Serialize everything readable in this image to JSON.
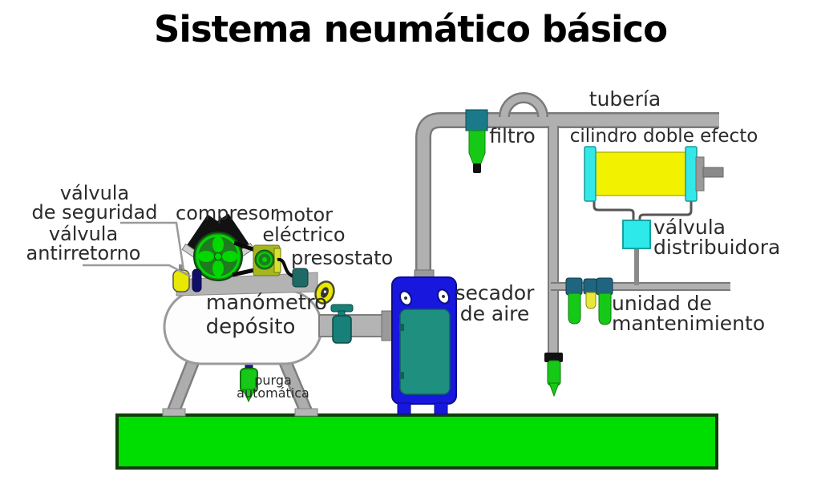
{
  "title": "Sistema neumático básico",
  "labels": {
    "tuberia": "tubería",
    "filtro": "filtro",
    "cilindro_doble_efecto": "cilindro doble efecto",
    "valvula_seguridad_l1": "válvula",
    "valvula_seguridad_l2": "de seguridad",
    "valvula_antirretorno_l1": "válvula",
    "valvula_antirretorno_l2": "antirretorno",
    "compresor": "compresor",
    "motor_l1": "motor",
    "motor_l2": "eléctrico",
    "presostato": "presostato",
    "manometro": "manómetro",
    "deposito": "depósito",
    "purga_l1": "purga",
    "purga_l2": "automática",
    "secador_l1": "secador",
    "secador_l2": "de aire",
    "valvula_distribuidora_l1": "válvula",
    "valvula_distribuidora_l2": "distribuidora",
    "unidad_l1": "unidad de",
    "unidad_l2": "mantenimiento"
  },
  "colors": {
    "ground_green": "#00dd00",
    "bottle_green": "#17c917",
    "flywheel_dark_green": "#1e7c1e",
    "flywheel_bright_green": "#00d800",
    "dryer_blue": "#1717dd",
    "dryer_panel_teal": "#1f8f7f",
    "cylinder_yellow": "#f2f200",
    "cap_cyan": "#35e8e8",
    "valve_cyan": "#2ee9e9",
    "valve_yellow": "#e8e800",
    "check_valve_navy": "#10106a",
    "shutoff_valve_teal": "#178078",
    "filter_cap_teal": "#1b7a8a",
    "maintenance_cap_blue": "#20657f",
    "motor_olive": "#a6b61e",
    "small_bottle_yellow": "#e8e83a",
    "pipe_gray": "#b0b0b0"
  }
}
